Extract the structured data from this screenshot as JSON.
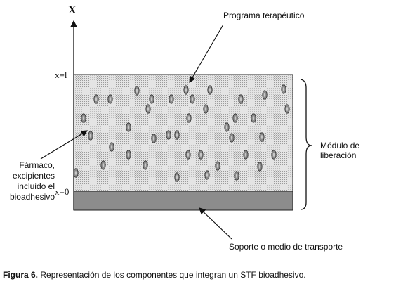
{
  "axis": {
    "variable": "X",
    "top_mark": "x=l",
    "bottom_mark": "x=0"
  },
  "labels": {
    "programa": "Programa terapéutico",
    "modulo": "Módulo de liberación",
    "farmaco": "Fármaco, excipientes incluido el bioadhesivo",
    "soporte": "Soporte o medio de transporte"
  },
  "caption": {
    "figure": "Figura 6.",
    "text": "Representación de los componentes que integran un STF bioadhesivo."
  },
  "colors": {
    "release_layer": "#d6d6d6",
    "support_layer": "#8c8c8c",
    "particle": "#8a8a8a"
  },
  "particle_count": 40
}
